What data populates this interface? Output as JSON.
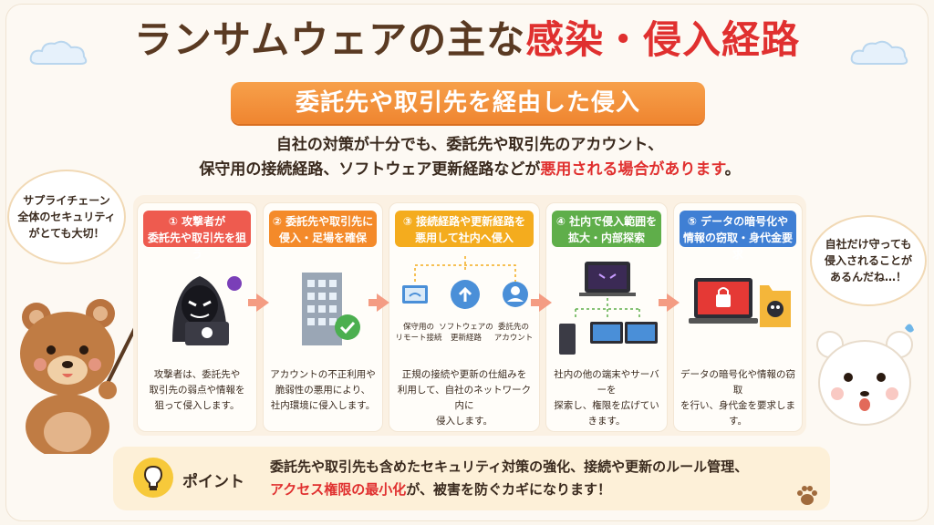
{
  "title": {
    "part1": "ランサムウェアの主な",
    "part2": "感染・侵入経路"
  },
  "subtitle": "委託先や取引先を経由した侵入",
  "intro": {
    "line1": "自社の対策が十分でも、委託先や取引先のアカウント、",
    "line2_pre": "保守用の接続経路、ソフトウェア更新経路などが",
    "line2_red": "悪用される場合があります",
    "line2_post": "。"
  },
  "bubble_left": {
    "l1": "サプライチェーン",
    "l2": "全体のセキュリティ",
    "l3": "がとても大切！"
  },
  "bubble_right": {
    "l1": "自社だけ守っても",
    "l2": "侵入されることが",
    "l3": "あるんだね…！"
  },
  "steps": [
    {
      "head1": "① 攻撃者が",
      "head2": "委託先や取引先を狙う",
      "color": "#ee5b4f",
      "desc1": "攻撃者は、委託先や",
      "desc2": "取引先の弱点や情報を",
      "desc3": "狙って侵入します。"
    },
    {
      "head1": "② 委託先や取引先に",
      "head2": "侵入・足場を確保",
      "color": "#f48a2a",
      "desc1": "アカウントの不正利用や",
      "desc2": "脆弱性の悪用により、",
      "desc3": "社内環境に侵入します。"
    },
    {
      "head1": "③ 接続経路や更新経路を",
      "head2": "悪用して社内へ侵入",
      "color": "#f4ac1e",
      "desc1": "正規の接続や更新の仕組みを",
      "desc2": "利用して、自社のネットワーク内に",
      "desc3": "侵入します。"
    },
    {
      "head1": "④ 社内で侵入範囲を",
      "head2": "拡大・内部探索",
      "color": "#5fae4a",
      "desc1": "社内の他の端末やサーバーを",
      "desc2": "探索し、権限を広げていきます。",
      "desc3": ""
    },
    {
      "head1": "⑤ データの暗号化や",
      "head2": "情報の窃取・身代金要求",
      "color": "#3f7fd4",
      "desc1": "データの暗号化や情報の窃取",
      "desc2": "を行い、身代金を要求します。",
      "desc3": ""
    }
  ],
  "step3_labels": {
    "remote1": "保守用の",
    "remote2": "リモート接続",
    "update1": "ソフトウェアの",
    "update2": "更新経路",
    "account1": "委託先の",
    "account2": "アカウント"
  },
  "point": {
    "label": "ポイント",
    "line1": "委託先や取引先も含めたセキュリティ対策の強化、接続や更新のルール管理、",
    "line2_red": "アクセス権限の最小化",
    "line2_post": "が、被害を防ぐカギになります！"
  },
  "colors": {
    "accent_red": "#e0302f",
    "brown": "#5a3a22",
    "orange": "#ef8530"
  }
}
